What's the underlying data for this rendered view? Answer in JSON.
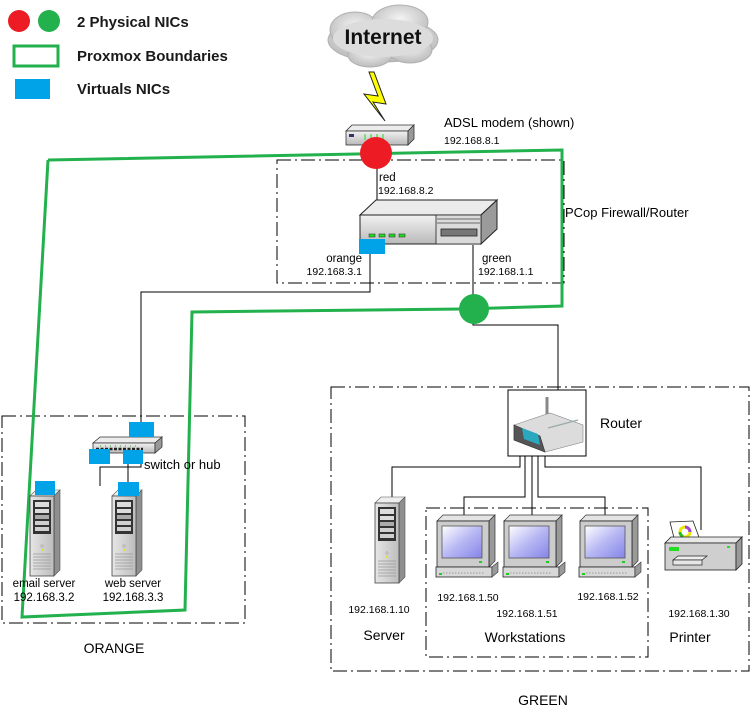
{
  "legend": {
    "physical_nics": "2 Physical NICs",
    "proxmox_boundaries": "Proxmox Boundaries",
    "virtual_nics": "Virtuals NICs"
  },
  "colors": {
    "physical_nic_red": "#ed1c24",
    "physical_nic_green": "#22b14c",
    "proxmox_boundary": "#22b14c",
    "virtual_nic": "#00a2e8",
    "line": "#000000"
  },
  "internet": {
    "label": "Internet"
  },
  "modem": {
    "label": "ADSL modem (shown)",
    "ip": "192.168.8.1"
  },
  "firewall": {
    "label": "PCop Firewall/Router",
    "red": {
      "name": "red",
      "ip": "192.168.8.2"
    },
    "orange": {
      "name": "orange",
      "ip": "192.168.3.1"
    },
    "green": {
      "name": "green",
      "ip": "192.168.1.1"
    }
  },
  "orange_zone": {
    "label": "ORANGE",
    "switch_label": "switch or hub",
    "servers": [
      {
        "name": "email server",
        "ip": "192.168.3.2"
      },
      {
        "name": "web server",
        "ip": "192.168.3.3"
      }
    ]
  },
  "green_zone": {
    "label": "GREEN",
    "router_label": "Router",
    "server": {
      "name": "Server",
      "ip": "192.168.1.10"
    },
    "workstations": {
      "label": "Workstations",
      "ips": [
        "192.168.1.50",
        "192.168.1.51",
        "192.168.1.52"
      ]
    },
    "printer": {
      "name": "Printer",
      "ip": "192.168.1.30"
    }
  }
}
